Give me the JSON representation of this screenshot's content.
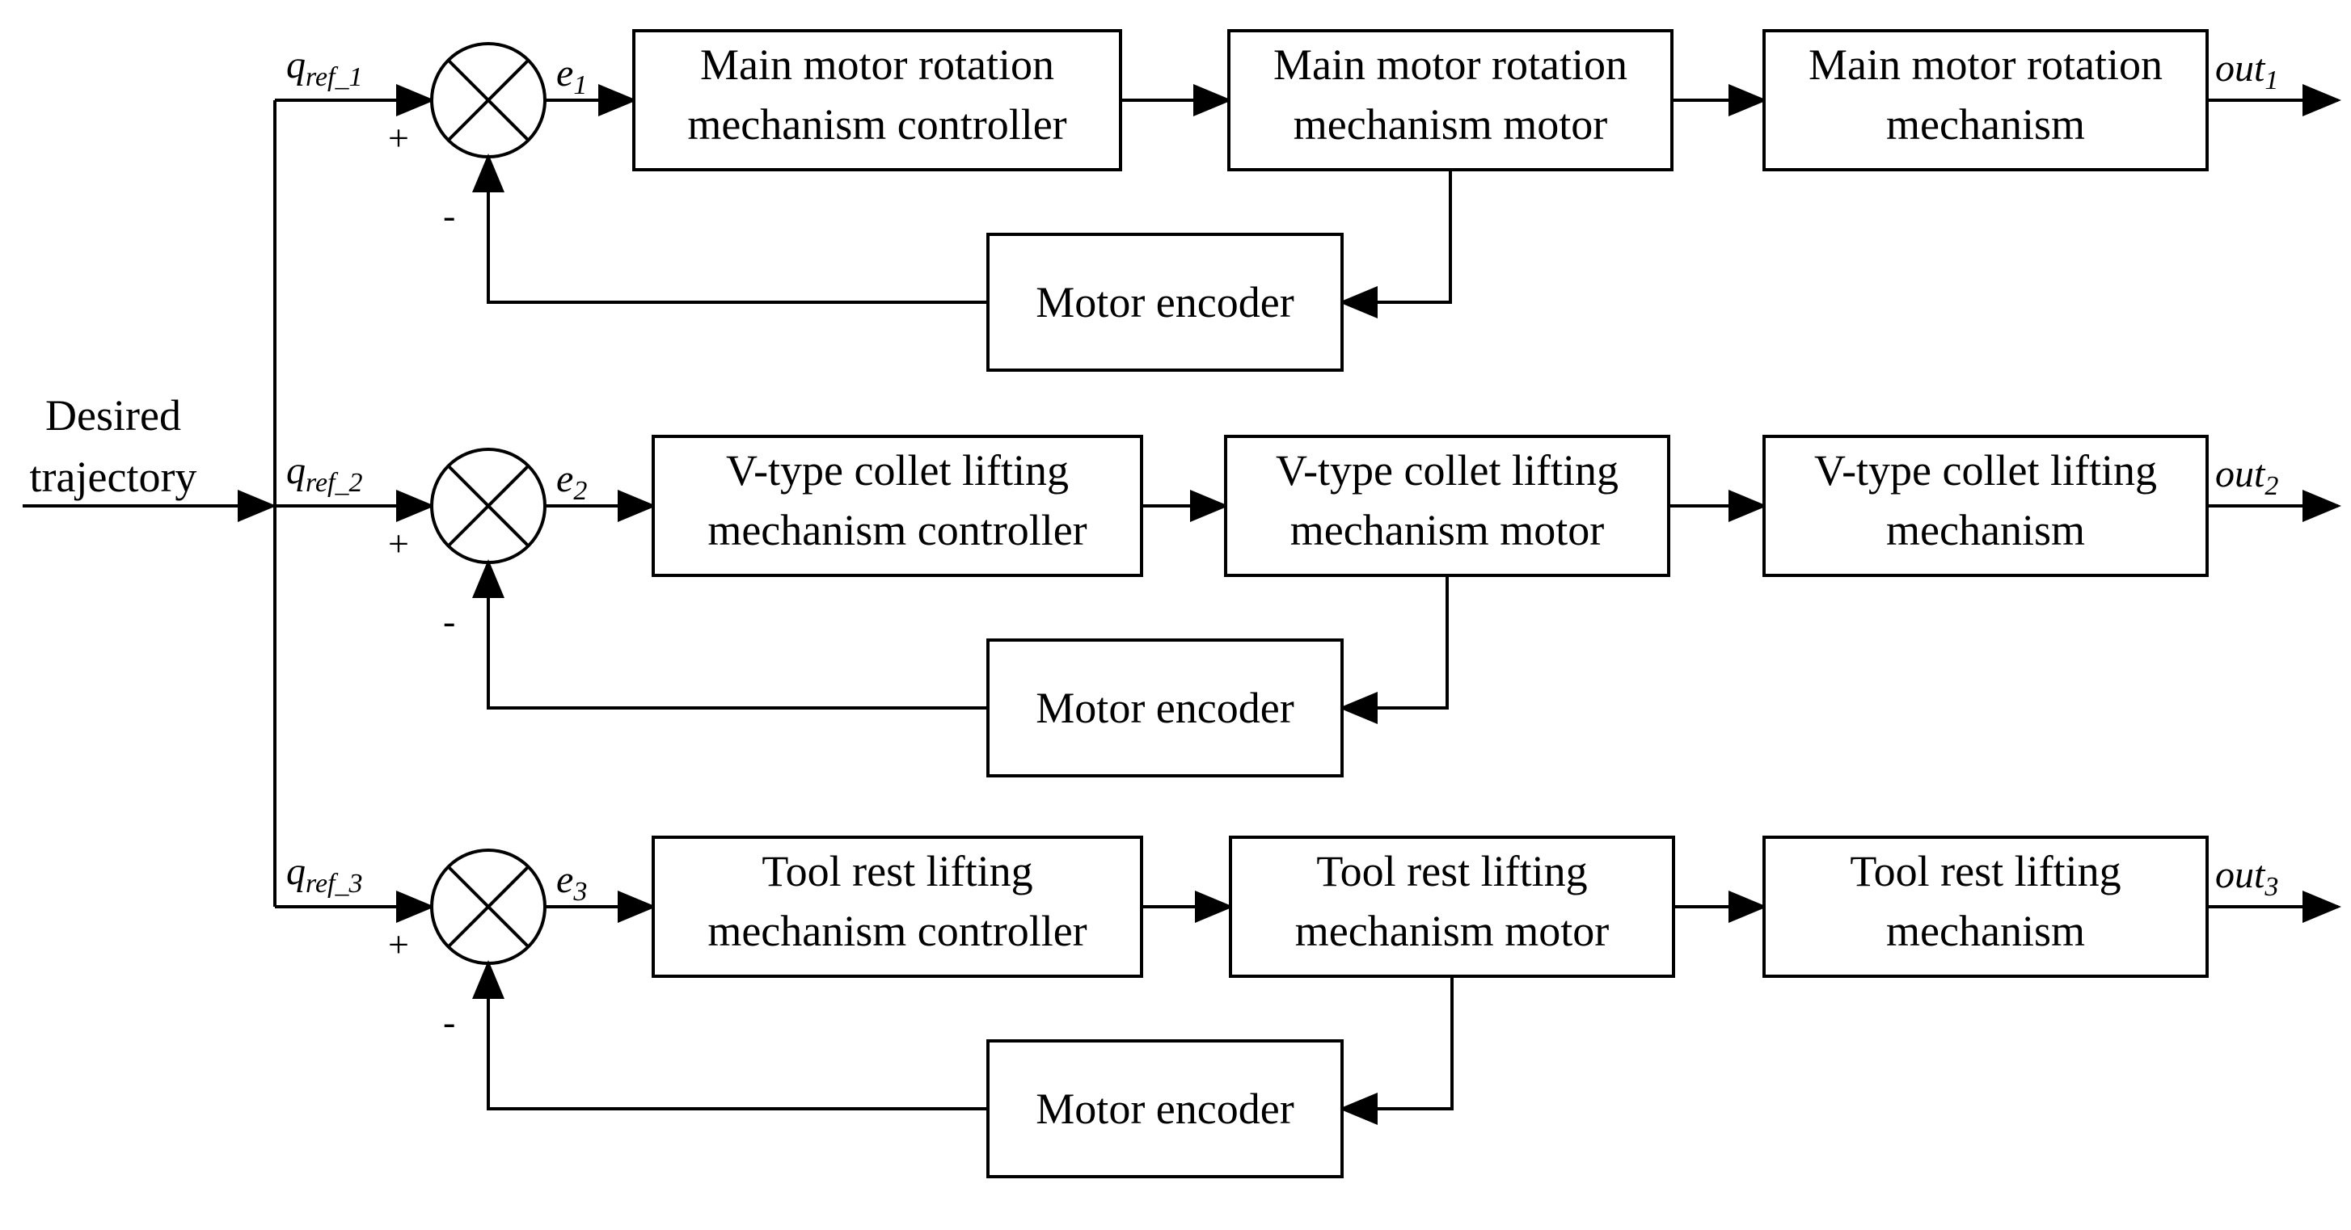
{
  "input_label": [
    "Desired",
    "trajectory"
  ],
  "loops": [
    {
      "ref_symbol": "q",
      "ref_subscript": "ref_1",
      "error_symbol": "e",
      "error_subscript": "1",
      "plus_sign": "+",
      "minus_sign": "-",
      "controller": [
        "Main motor rotation",
        "mechanism controller"
      ],
      "motor": [
        "Main motor rotation",
        "mechanism motor"
      ],
      "mechanism": [
        "Main motor rotation",
        "mechanism"
      ],
      "encoder": "Motor encoder",
      "output_symbol": "out",
      "output_subscript": "1"
    },
    {
      "ref_symbol": "q",
      "ref_subscript": "ref_2",
      "error_symbol": "e",
      "error_subscript": "2",
      "plus_sign": "+",
      "minus_sign": "-",
      "controller": [
        "V-type collet lifting",
        "mechanism  controller"
      ],
      "motor": [
        "V-type collet lifting",
        "mechanism motor"
      ],
      "mechanism": [
        "V-type collet lifting",
        "mechanism"
      ],
      "encoder": "Motor encoder",
      "output_symbol": "out",
      "output_subscript": "2"
    },
    {
      "ref_symbol": "q",
      "ref_subscript": "ref_3",
      "error_symbol": "e",
      "error_subscript": "3",
      "plus_sign": "+",
      "minus_sign": "-",
      "controller": [
        "Tool rest lifting",
        "mechanism controller"
      ],
      "motor": [
        "Tool rest lifting",
        "mechanism motor"
      ],
      "mechanism": [
        "Tool rest lifting",
        "mechanism"
      ],
      "encoder": "Motor encoder",
      "output_symbol": "out",
      "output_subscript": "3"
    }
  ]
}
